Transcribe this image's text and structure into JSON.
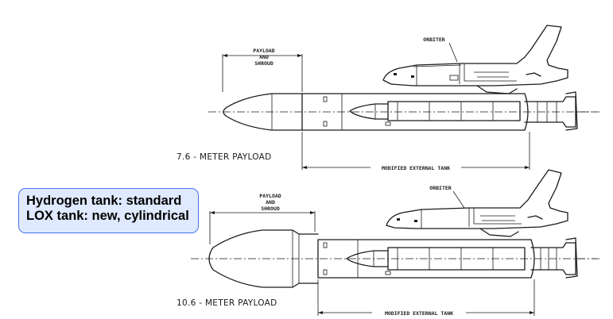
{
  "configurations": [
    {
      "title": "7.6 - METER PAYLOAD",
      "payload_label": [
        "PAYLOAD",
        "AND",
        "SHROUD"
      ],
      "orbiter_label": "ORBITER",
      "tank_label": "MODIFIED EXTERNAL TANK"
    },
    {
      "title": "10.6 - METER PAYLOAD",
      "payload_label": [
        "PAYLOAD",
        "AND",
        "SHROUD"
      ],
      "orbiter_label": "ORBITER",
      "tank_label": "MODIFIED EXTERNAL TANK"
    }
  ],
  "callout": {
    "line1": "Hydrogen tank: standard",
    "line2": "LOX tank: new, cylindrical"
  },
  "colors": {
    "callout_fill": "#dfe9ff",
    "callout_border": "#4a72e6",
    "ink": "#1a1a1a"
  }
}
